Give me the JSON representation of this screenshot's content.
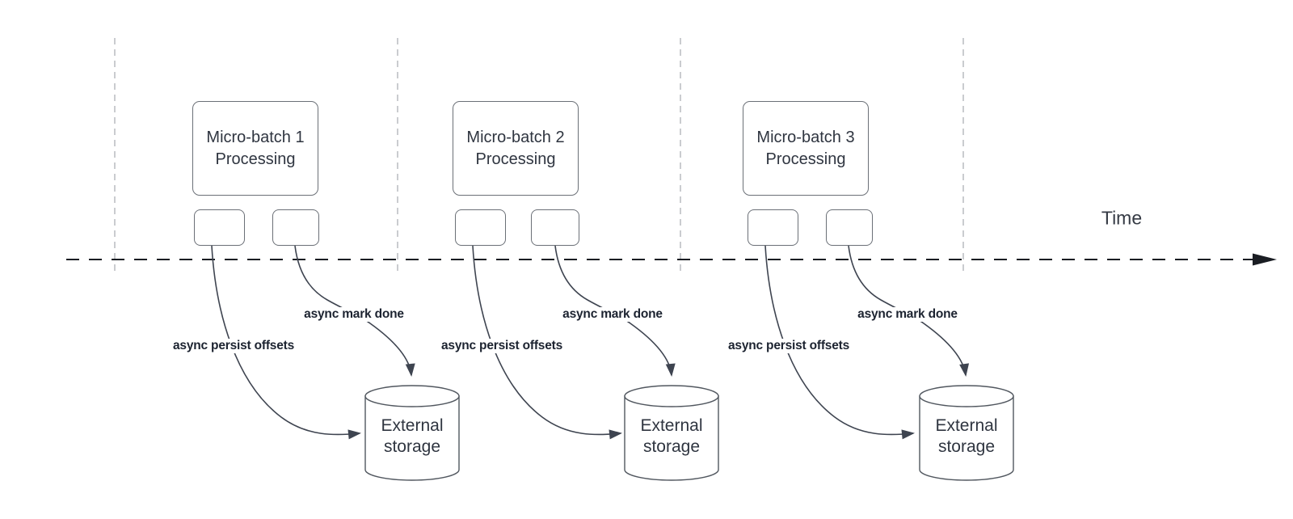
{
  "diagram": {
    "time_axis": {
      "label": "Time"
    },
    "groups": [
      {
        "title": "Micro-batch 1 Processing",
        "persist_label": "async persist offsets",
        "done_label": "async mark done",
        "storage_label": "External storage"
      },
      {
        "title": "Micro-batch 2 Processing",
        "persist_label": "async persist offsets",
        "done_label": "async mark done",
        "storage_label": "External storage"
      },
      {
        "title": "Micro-batch 3 Processing",
        "persist_label": "async persist offsets",
        "done_label": "async mark done",
        "storage_label": "External storage"
      }
    ],
    "colors": {
      "background": "#ffffff",
      "box_border": "#6b7077",
      "box_text": "#2f3540",
      "label_text": "#1c2330",
      "arrow": "#3e4450",
      "axis": "#1a1d23",
      "guide": "#b4b7bb"
    }
  }
}
